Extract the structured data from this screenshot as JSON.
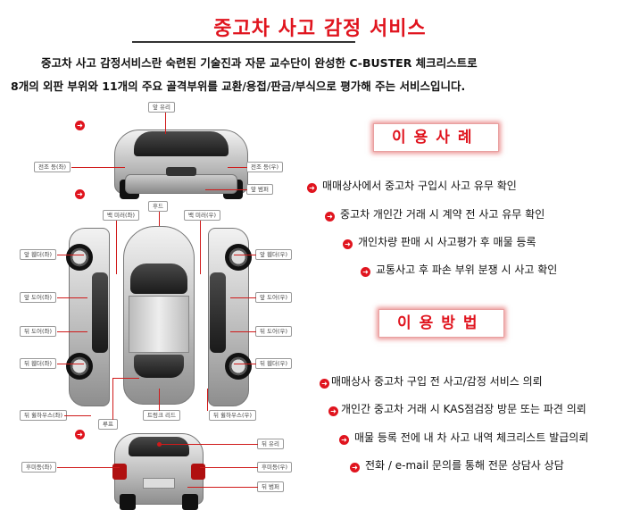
{
  "title": "중고차 사고 감정 서비스",
  "intro": {
    "line1": "중고차 사고 감정서비스란 숙련된 기술진과 자문 교수단이 완성한 C-BUSTER 체크리스트로",
    "line2": "8개의 외판 부위와 11개의 주요 골격부위를 교환/용접/판금/부식으로 평가해 주는 서비스입니다."
  },
  "diagram": {
    "labels": {
      "front_glass": "앞 유리",
      "front_lamp_left": "전조 등(좌)",
      "front_lamp_right": "전조 등(우)",
      "front_bumper": "앞 범퍼",
      "hood": "후드",
      "back_mirror_left": "백 미러(좌)",
      "back_mirror_right": "백 미러(우)",
      "front_fender_left": "앞 휀더(좌)",
      "front_fender_right": "앞 휀더(우)",
      "front_door_left": "앞 도어(좌)",
      "front_door_right": "앞 도어(우)",
      "rear_door_left": "뒤 도어(좌)",
      "rear_door_right": "뒤 도어(우)",
      "rear_fender_left": "뒤 휀더(좌)",
      "rear_fender_right": "뒤 휀더(우)",
      "rear_wheelhouse_left": "뒤 휠하우스(좌)",
      "rear_wheelhouse_right": "뒤 휠하우스(우)",
      "roof": "루프",
      "trunk_lid": "트렁크 리드",
      "rear_glass": "뒤 유리",
      "rear_lamp_left": "후미등(좌)",
      "rear_lamp_right": "후미등(우)",
      "rear_bumper": "뒤 범퍼"
    }
  },
  "use_cases": {
    "heading": "이용사례",
    "items": [
      "매매상사에서 중고차 구입시 사고 유무 확인",
      "중고차 개인간 거래 시 계약 전 사고 유무 확인",
      "개인차량 판매 시 사고평가 후 매물 등록",
      "교통사고 후 파손 부위 분쟁 시 사고 확인"
    ]
  },
  "how_to": {
    "heading": "이용방법",
    "items": [
      "매매상사 중고차 구입 전 사고/감정 서비스 의뢰",
      "개인간 중고차 거래 시 KAS점검장 방문 또는 파견 의뢰",
      "매물 등록 전에 내 차 사고 내역 체크리스트 발급의뢰",
      "전화 / e-mail 문의를 통해 전문 상담사 상담"
    ]
  },
  "colors": {
    "accent": "#e0141e",
    "text": "#111111"
  }
}
